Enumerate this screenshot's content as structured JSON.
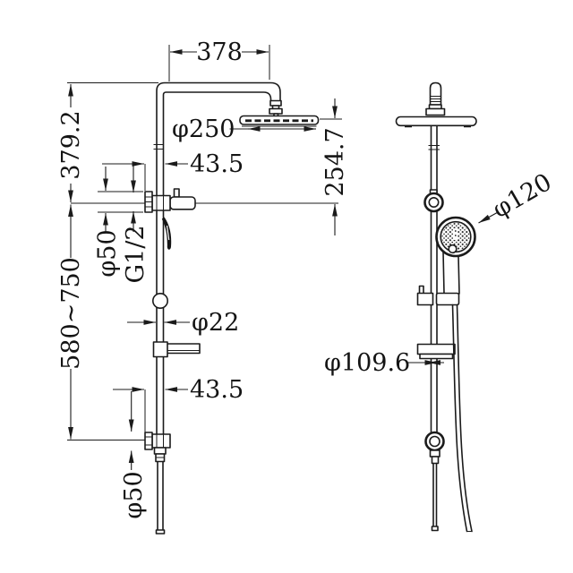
{
  "dims": {
    "top_width": "378",
    "rain_head_diameter": "φ250",
    "upper_wall_offset": "43.5",
    "upper_height": "379.2",
    "head_drop_height": "254.7",
    "upper_flange_diameter": "φ50",
    "inlet_thread": "G1/2",
    "adjustable_height": "580~750",
    "rail_diameter": "φ22",
    "lower_wall_offset": "43.5",
    "lower_flange_diameter": "φ50",
    "hand_shower_diameter": "φ120",
    "soap_dish_diameter": "φ109.6"
  },
  "colors": {
    "line": "#1b1b1b",
    "background": "#ffffff"
  }
}
